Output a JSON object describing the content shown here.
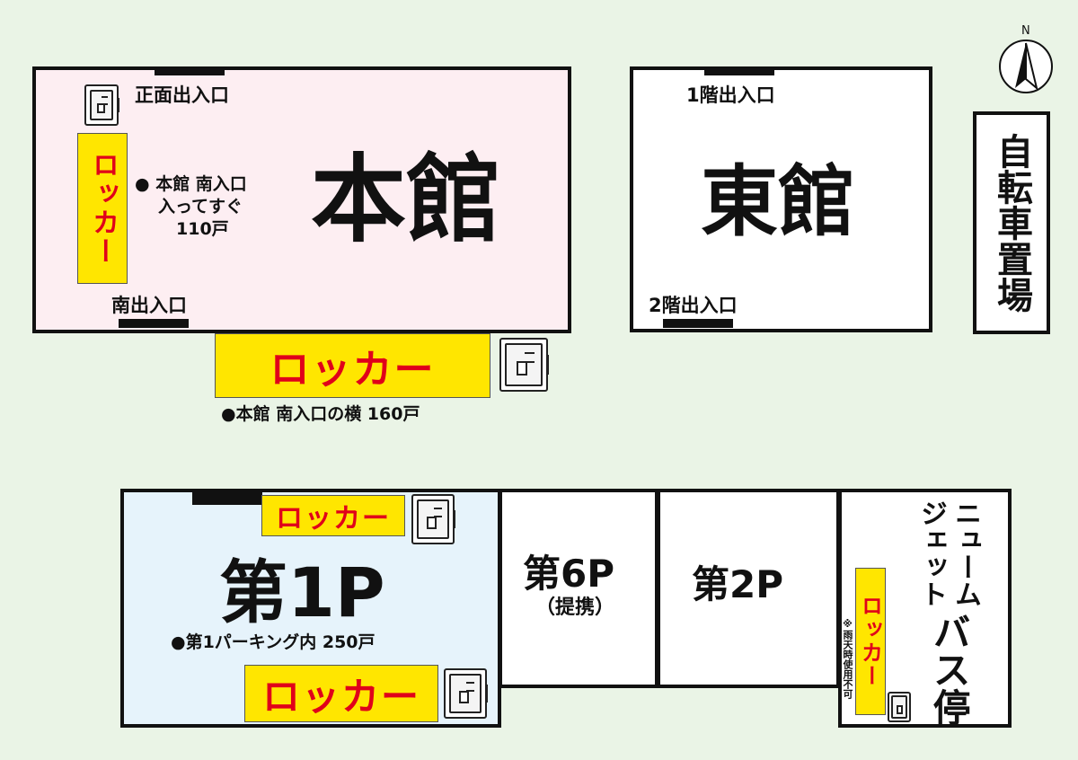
{
  "compass": {
    "label": "N"
  },
  "honkan": {
    "name": "本館",
    "front_entrance": "正面出入口",
    "south_entrance": "南出入口",
    "locker_vertical": "ロッカー",
    "locker_note_1": "● 本館 南入口",
    "locker_note_2": "入ってすぐ",
    "locker_note_3": "110戸"
  },
  "honkan_south_locker": {
    "label": "ロッカー",
    "note": "●本館 南入口の横 160戸"
  },
  "higashikan": {
    "name": "東館",
    "entrance_1f": "1階出入口",
    "entrance_2f": "2階出入口"
  },
  "bicycle_parking": {
    "label": "自転車置場"
  },
  "parking1": {
    "name": "第1P",
    "locker_top": "ロッカー",
    "locker_bottom": "ロッカー",
    "note": "●第1パーキング内 250戸"
  },
  "parking6": {
    "name": "第6P",
    "sub": "（提携）"
  },
  "parking2": {
    "name": "第2P"
  },
  "bus_stop": {
    "name_line1": "ニューム",
    "name_line2": "ジェット",
    "name_big": "バス停",
    "locker": "ロッカー",
    "note": "※雨天時使用不可"
  },
  "colors": {
    "background": "#eaf4e6",
    "honkan_fill": "#fdeef2",
    "parking1_fill": "#e6f3fb",
    "locker_fill": "#ffe600",
    "locker_text": "#e0001a"
  }
}
